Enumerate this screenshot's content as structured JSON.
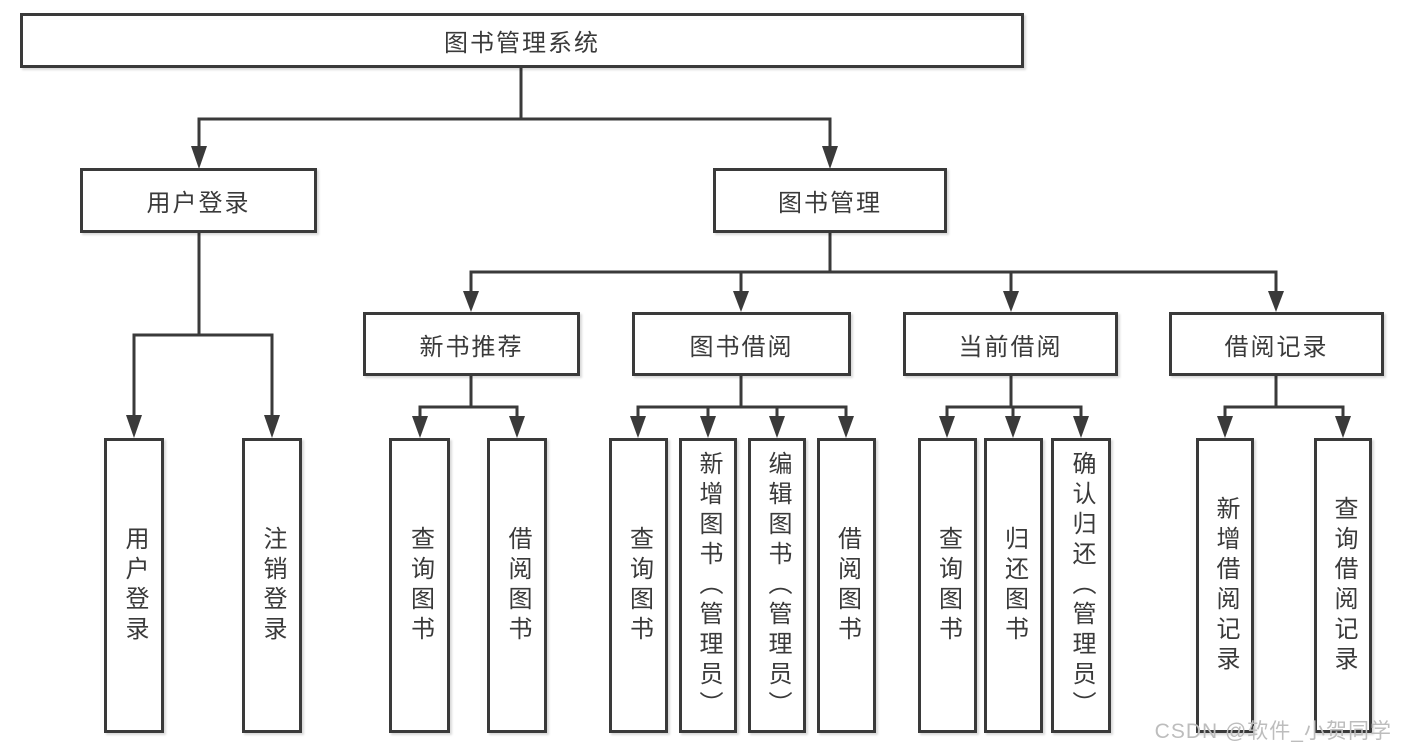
{
  "colors": {
    "line": "#3a3a3a",
    "text": "#3a3a3a",
    "watermark": "#bdbdbd",
    "background": "#ffffff"
  },
  "watermark": {
    "text": "CSDN @软件_小贺同学"
  },
  "tree": {
    "label": "图书管理系统",
    "children": [
      {
        "label": "用户登录",
        "children": [
          {
            "label": "用户登录"
          },
          {
            "label": "注销登录"
          }
        ]
      },
      {
        "label": "图书管理",
        "children": [
          {
            "label": "新书推荐",
            "children": [
              {
                "label": "查询图书"
              },
              {
                "label": "借阅图书"
              }
            ]
          },
          {
            "label": "图书借阅",
            "children": [
              {
                "label": "查询图书"
              },
              {
                "label": "新增图书（管理员）"
              },
              {
                "label": "编辑图书（管理员）"
              },
              {
                "label": "借阅图书"
              }
            ]
          },
          {
            "label": "当前借阅",
            "children": [
              {
                "label": "查询图书"
              },
              {
                "label": "归还图书"
              },
              {
                "label": "确认归还（管理员）"
              }
            ]
          },
          {
            "label": "借阅记录",
            "children": [
              {
                "label": "新增借阅记录"
              },
              {
                "label": "查询借阅记录"
              }
            ]
          }
        ]
      }
    ]
  }
}
